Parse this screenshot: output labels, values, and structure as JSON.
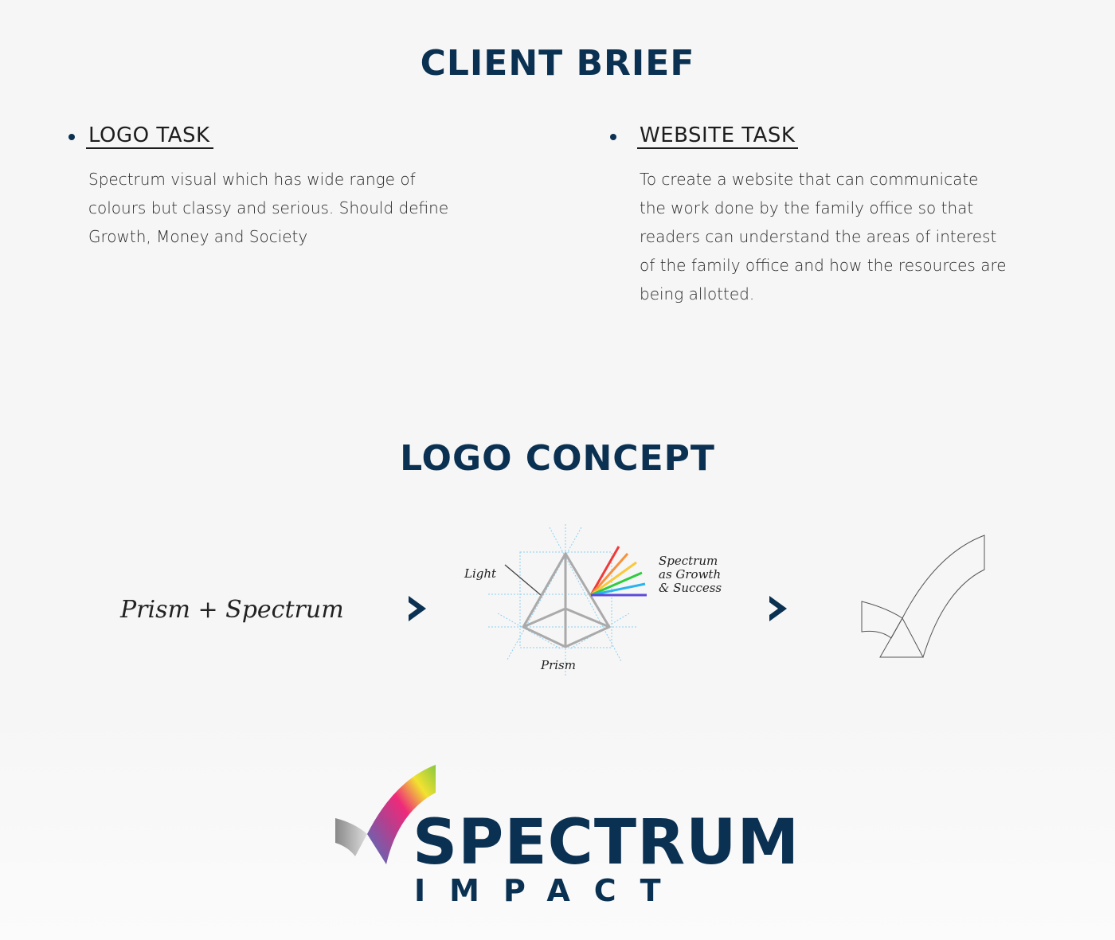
{
  "client_brief": {
    "title": "CLIENT BRIEF",
    "logo_task": {
      "heading": "LOGO TASK",
      "lines": [
        "Spectrum visual which has wide range of",
        "colours but classy and serious. Should define",
        "Growth, Money and Society"
      ]
    },
    "website_task": {
      "heading": "WEBSITE TASK",
      "lines": [
        "To create a website that can communicate",
        "the work done by the family office so that",
        "readers can understand the areas of interest",
        "of the family office and how the resources are",
        "being allotted."
      ]
    }
  },
  "logo_concept": {
    "title": "LOGO CONCEPT",
    "formula": "Prism + Spectrum",
    "diagram": {
      "light_label": "Light",
      "prism_label": "Prism",
      "spectrum_label": [
        "Spectrum",
        "as Growth",
        "& Success"
      ]
    },
    "spectrum_colors": [
      "#f03a3a",
      "#f7913e",
      "#fbc83a",
      "#2fcc3f",
      "#27b4f0",
      "#5a4bd8"
    ]
  },
  "final_logo": {
    "word": "SPECTRUM",
    "sub": "IMPACT",
    "brand_color": "#0b3152"
  }
}
